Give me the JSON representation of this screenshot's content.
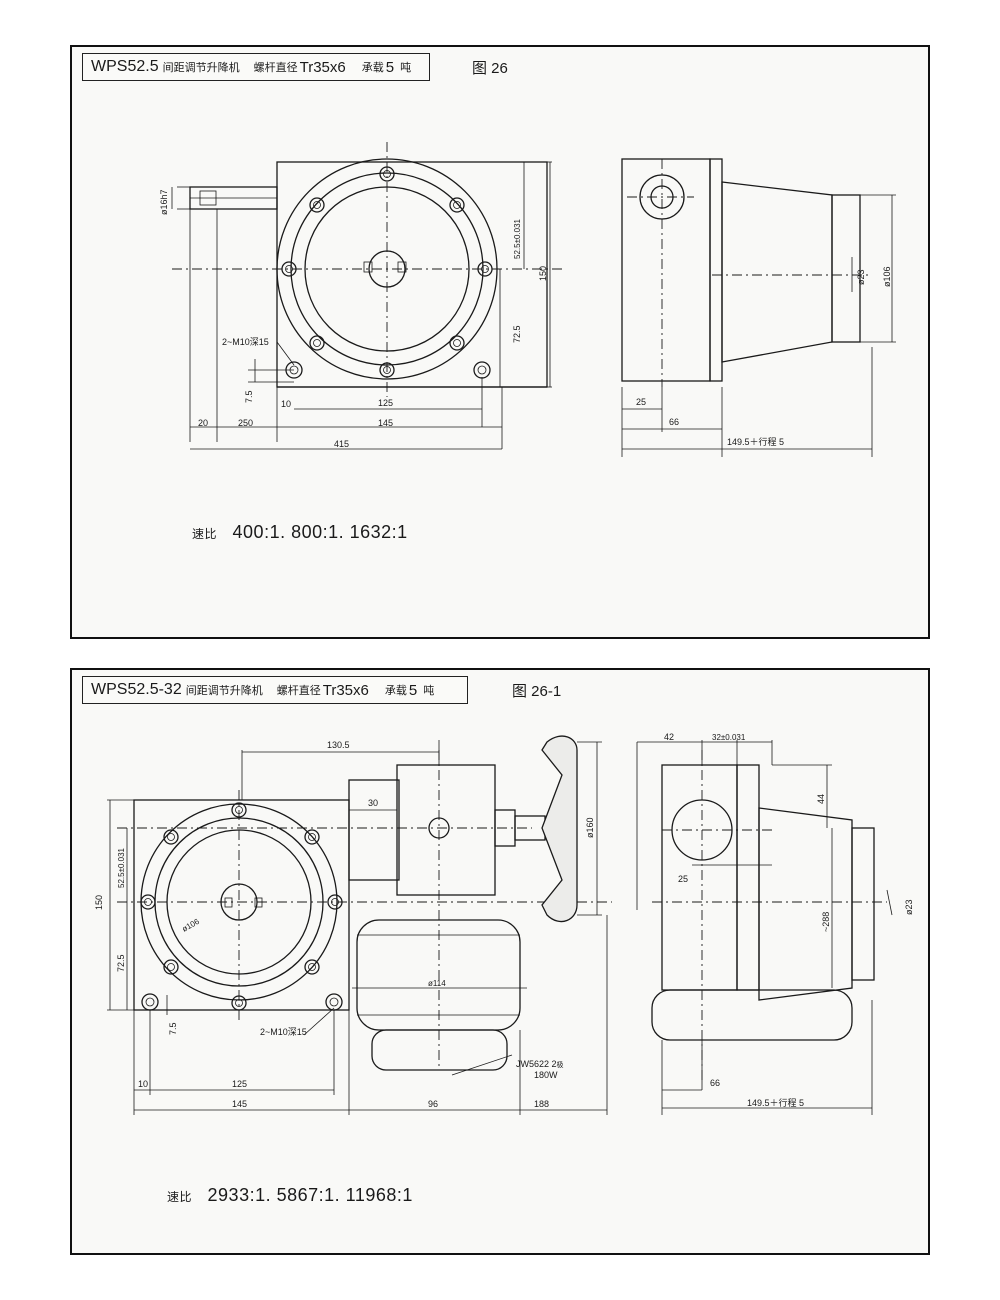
{
  "drawing1": {
    "model": "WPS52.5",
    "name": "间距调节升降机",
    "screw_label": "螺杆直径",
    "screw_value": "Tr35x6",
    "load_label": "承载",
    "load_value": "5",
    "load_unit": "吨",
    "figure": "图 26",
    "ratio_label": "速比",
    "ratios": "400:1. 800:1. 1632:1",
    "dims": {
      "shaft_dia": "ø16h7",
      "tol_height": "52.5±0.031",
      "h150": "150",
      "h72_5": "72.5",
      "bolt": "2~M10深15",
      "d7_5": "7.5",
      "d10": "10",
      "d125": "125",
      "d20": "20",
      "d250": "250",
      "d145": "145",
      "d415": "415",
      "d25": "25",
      "d66": "66",
      "d149": "149.5＋行程 5",
      "dia23": "ø23",
      "dia106": "ø106"
    }
  },
  "drawing2": {
    "model": "WPS52.5-32",
    "name": "间距调节升降机",
    "screw_label": "螺杆直径",
    "screw_value": "Tr35x6",
    "load_label": "承载",
    "load_value": "5",
    "load_unit": "吨",
    "figure": "图 26-1",
    "ratio_label": "速比",
    "ratios": "2933:1. 5867:1. 11968:1",
    "dims": {
      "d130_5": "130.5",
      "d30": "30",
      "dia160": "ø160",
      "tol_height": "52.5±0.031",
      "h150": "150",
      "h72_5": "72.5",
      "dia106": "ø106",
      "dia114": "ø114",
      "d7_5": "7.5",
      "bolt": "2~M10深15",
      "motor": "JW5622 2",
      "motor_suffix": "极",
      "power": "180W",
      "d10": "10",
      "d125": "125",
      "d145": "145",
      "d96": "96",
      "d188": "188",
      "d42": "42",
      "d32": "32±0.031",
      "d44": "44",
      "d25": "25",
      "d288": "~288",
      "dia23": "ø23",
      "d66": "66",
      "d149": "149.5＋行程 5"
    }
  }
}
